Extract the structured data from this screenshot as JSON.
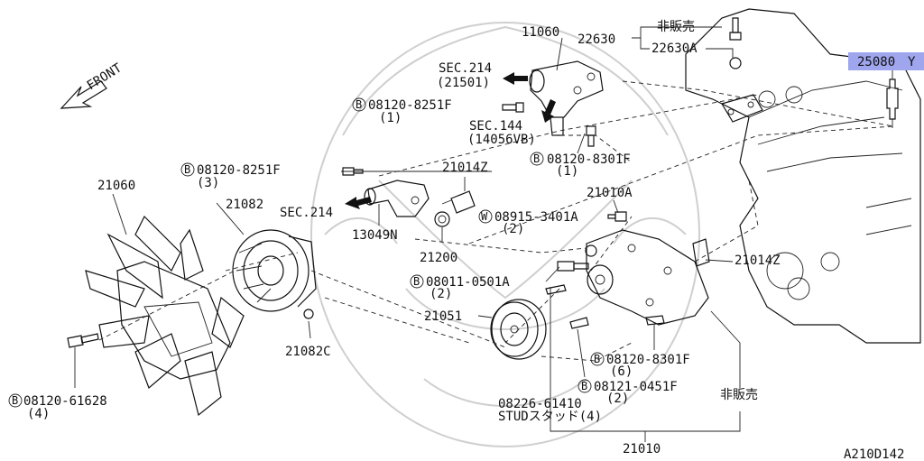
{
  "direction_label": "FRONT",
  "figure_code": "A210D142",
  "highlighted_part": "25080Y",
  "parts": {
    "p11060": "11060",
    "p22630": "22630",
    "p22630A": "22630A",
    "nonsale_top": "非販売",
    "p25080": "25080",
    "p25080_suffix": "Y",
    "sec214_top": "SEC.214",
    "sec214_top_sub": "(21501)",
    "bolt_8251_top": "08120-8251F",
    "bolt_8251_top_qty": "(1)",
    "sec144": "SEC.144",
    "sec144_sub": "(14056VB)",
    "bolt_8301_top": "08120-8301F",
    "bolt_8301_top_qty": "(1)",
    "bolt_8251_mid": "08120-8251F",
    "bolt_8251_mid_qty": "(3)",
    "p21014Z_top": "21014Z",
    "p21010A": "21010A",
    "p21060": "21060",
    "p21082": "21082",
    "sec214_mid": "SEC.214",
    "p13049N": "13049N",
    "p21200": "21200",
    "washer_3401": "08915-3401A",
    "washer_3401_qty": "(2)",
    "p21014Z_right": "21014Z",
    "bolt_0501": "08011-0501A",
    "bolt_0501_qty": "(2)",
    "p21051": "21051",
    "p21082C": "21082C",
    "bolt_8301_bottom": "08120-8301F",
    "bolt_8301_bottom_qty": "(6)",
    "bolt_0451": "08121-0451F",
    "bolt_0451_qty": "(2)",
    "bolt_61628": "08120-61628",
    "bolt_61628_qty": "(4)",
    "stud": "08226-61410",
    "stud_sub": "STUDスタッド(4)",
    "nonsale_bottom": "非販売",
    "p21010": "21010",
    "b_marker": "B",
    "w_marker": "W"
  }
}
